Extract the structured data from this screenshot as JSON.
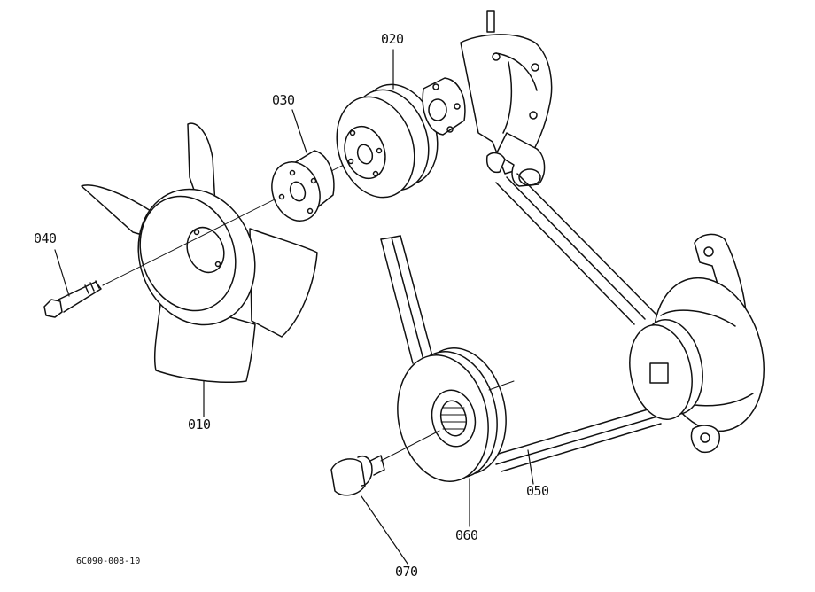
{
  "figure": {
    "code": "6C090-008-10"
  },
  "callouts": [
    {
      "id": "c010",
      "label": "010"
    },
    {
      "id": "c020",
      "label": "020"
    },
    {
      "id": "c030",
      "label": "030"
    },
    {
      "id": "c040",
      "label": "040"
    },
    {
      "id": "c050",
      "label": "050"
    },
    {
      "id": "c060",
      "label": "060"
    },
    {
      "id": "c070",
      "label": "070"
    }
  ],
  "colors": {
    "ink": "#111111",
    "paper": "#ffffff"
  }
}
